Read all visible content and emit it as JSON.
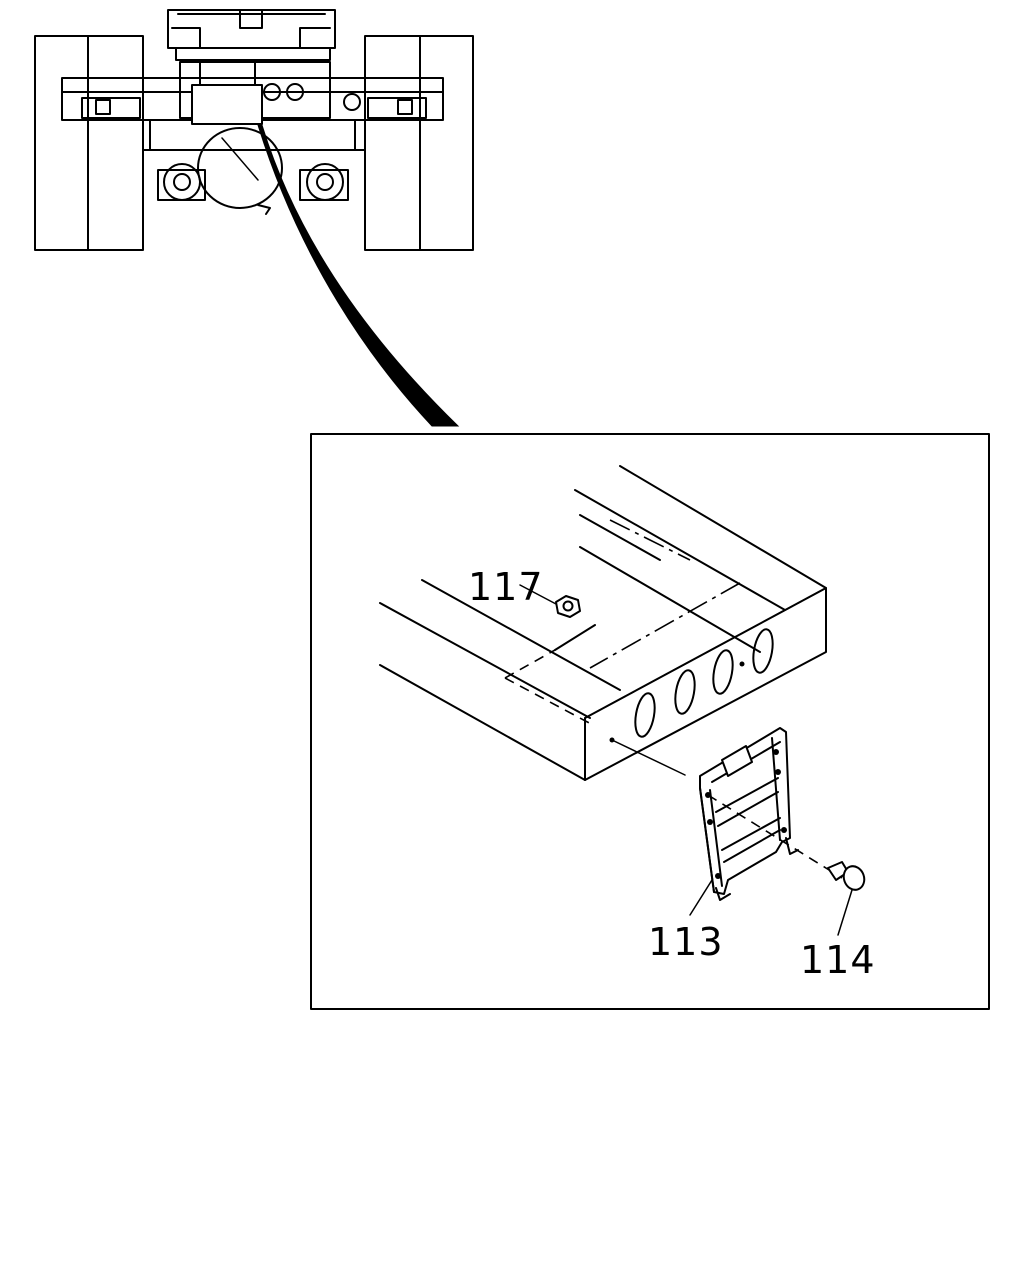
{
  "diagram": {
    "labels": {
      "bracket": "113",
      "bolt": "114",
      "nut": "117"
    }
  }
}
